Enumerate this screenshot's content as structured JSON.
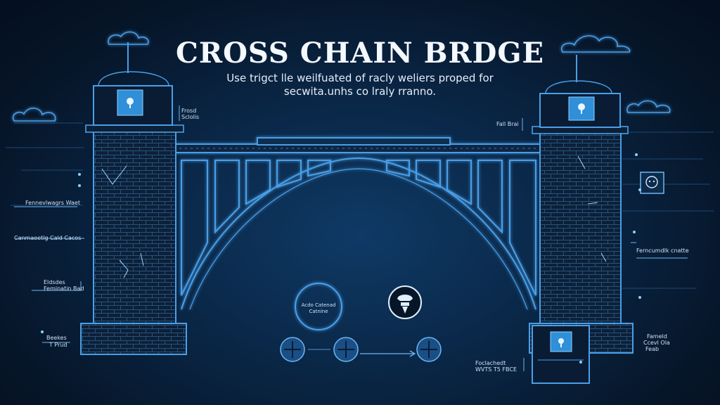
{
  "title": "CROSS CHAIN BRDGE",
  "subtitle": {
    "line1": "Use trigct lle weilfuated of racly weliers proped for",
    "line2": "secwita.unhs co lraly rranno."
  },
  "labels": {
    "left_tower_top": [
      "Frosd",
      "Sclolis"
    ],
    "right_tower_top": "Fall Brai",
    "left_1": "Fennevlwagrs Waet",
    "left_2": "Canmaeetlg Cald Cacos",
    "left_3": [
      "Eldsdes",
      "Feminatin Bad"
    ],
    "left_4": [
      "Beekes",
      "T Prud"
    ],
    "right_1": "Ferncumdlk cnatte",
    "right_2": [
      "Fameld",
      "Ccevl Ola",
      "Feab"
    ],
    "bottom_right": [
      "Foclachedt",
      "WVTS T5 FBCE"
    ],
    "node_circle": [
      "Acdo Catenad",
      "Catnine"
    ]
  },
  "colors": {
    "background": "#07182d",
    "line": "#4a9fe8",
    "glow": "#8fd0ff",
    "brick": "#0c2038",
    "accent_box": "#2f8fd8"
  },
  "icons": [
    "cloud-icon",
    "lock-icon",
    "chip-icon",
    "node-icon",
    "server-icon",
    "face-icon"
  ]
}
